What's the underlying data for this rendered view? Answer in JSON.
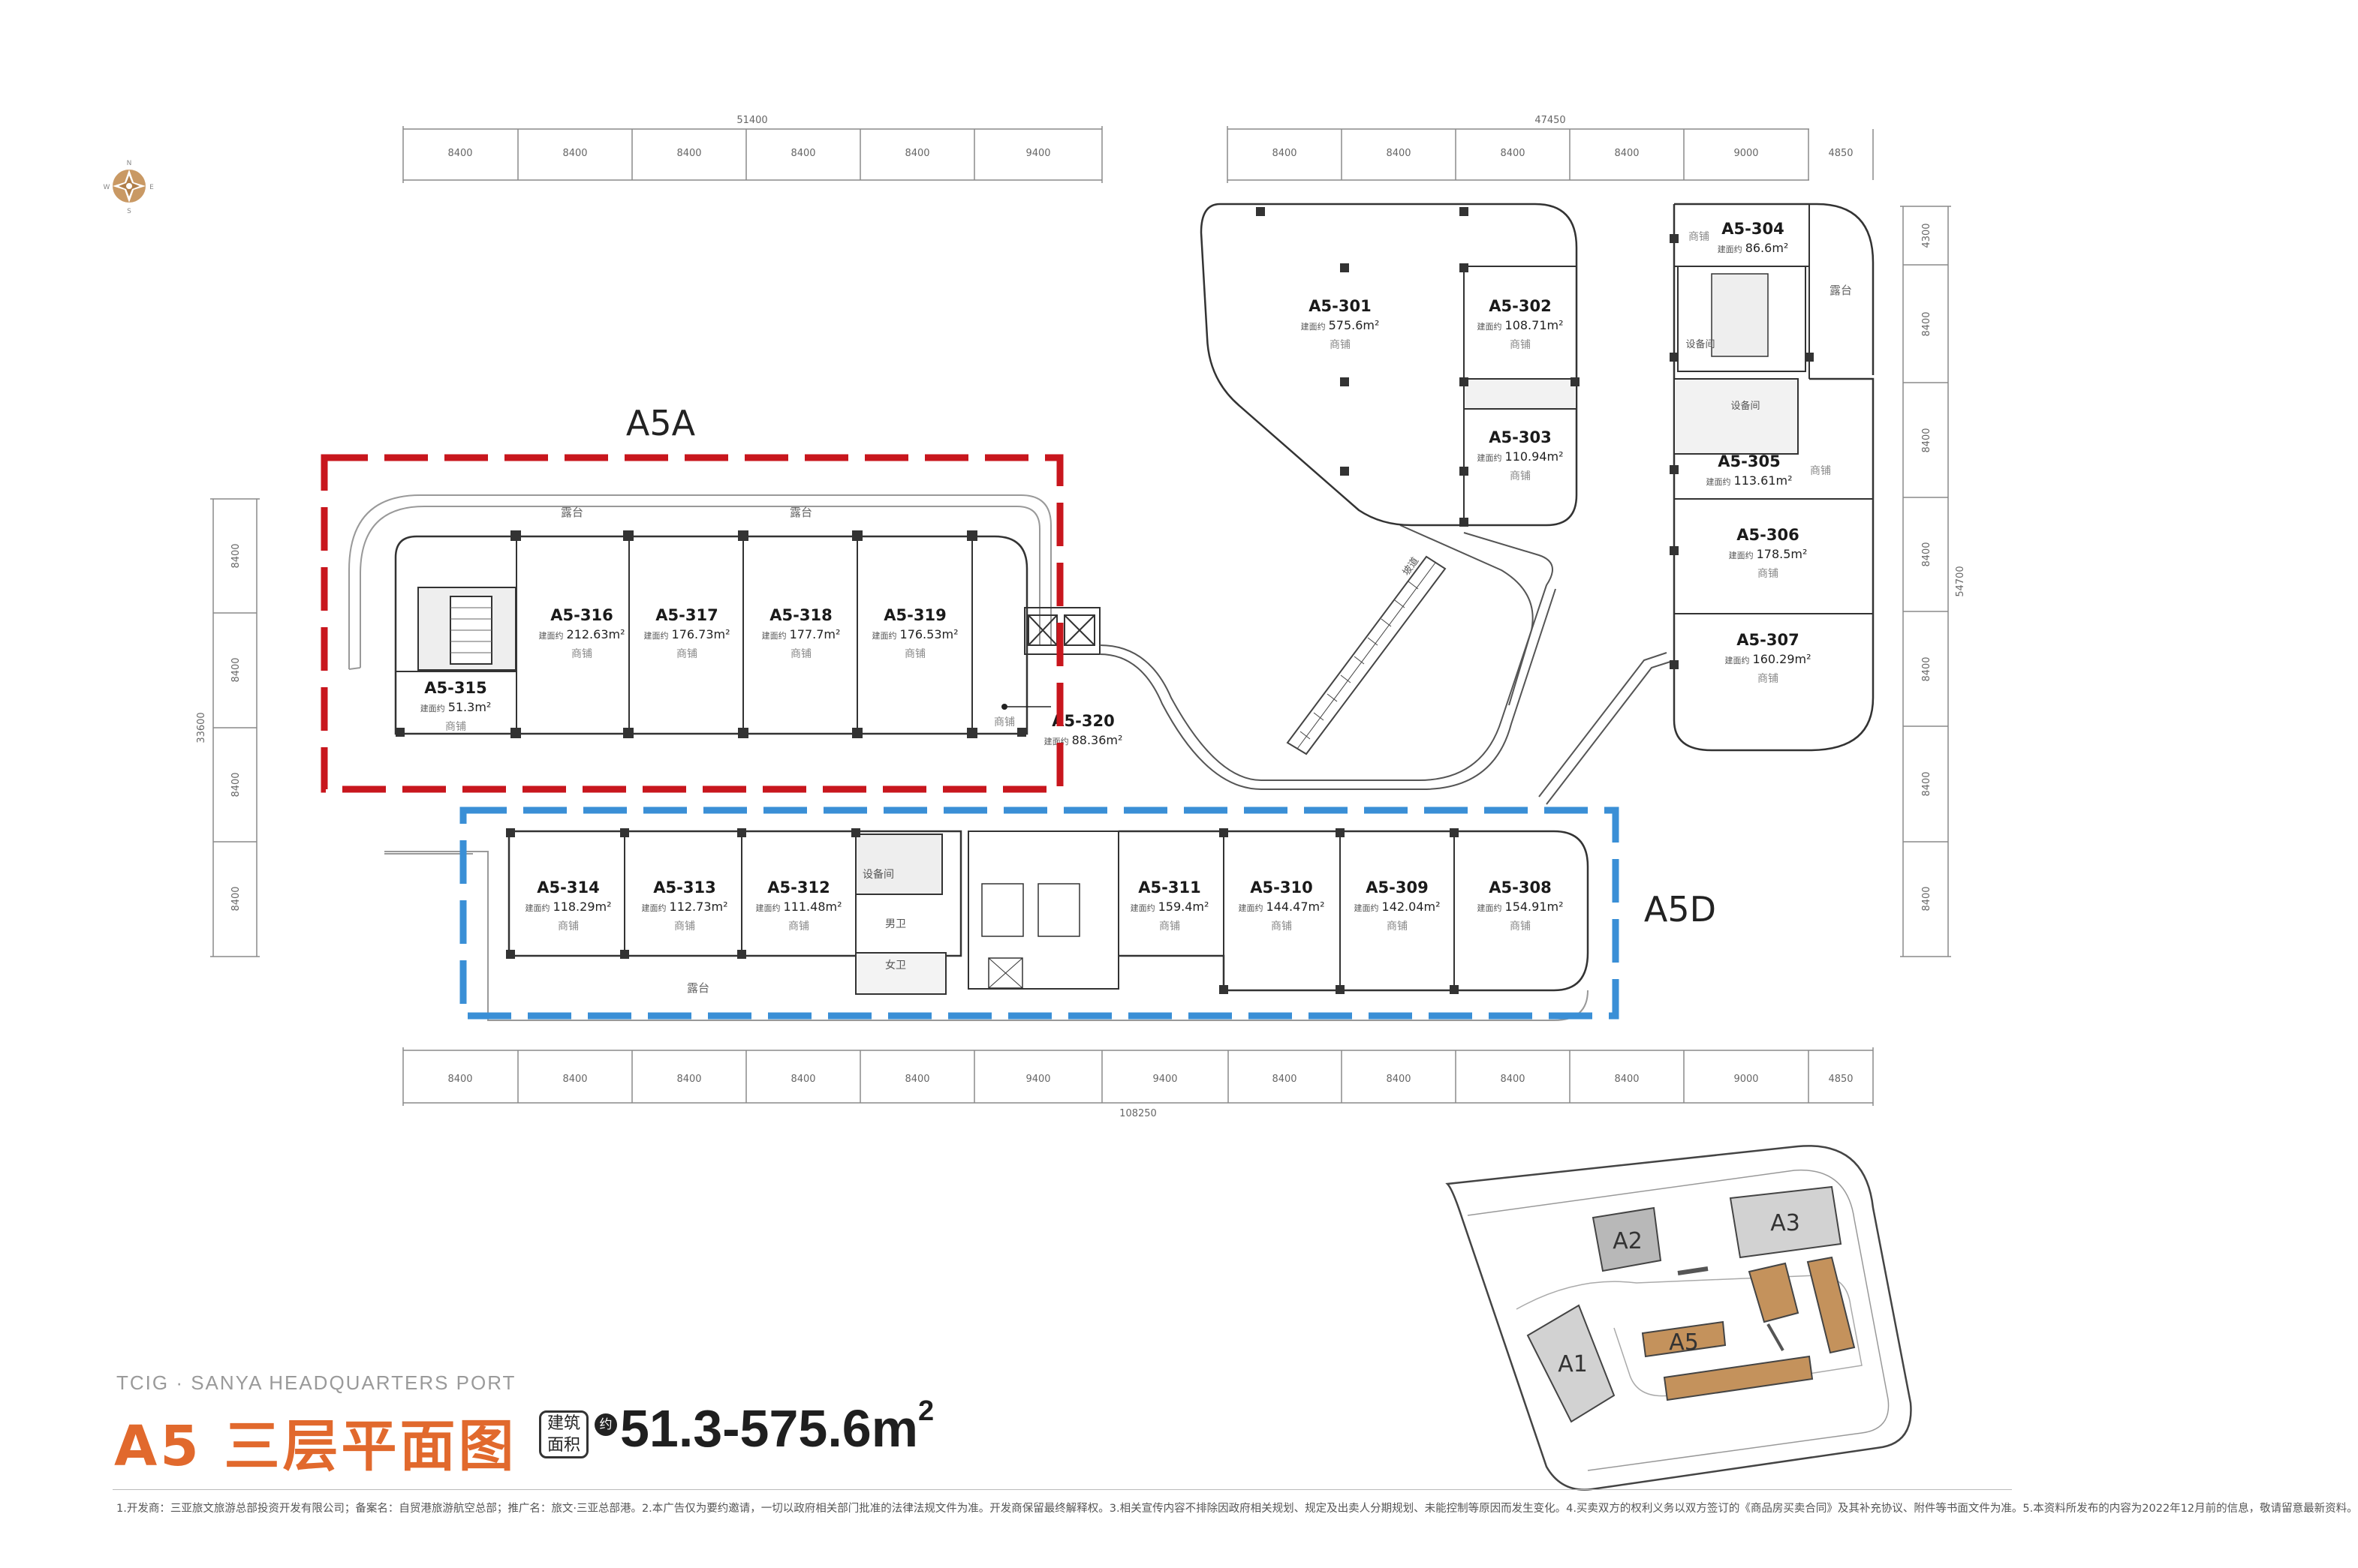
{
  "zones": {
    "a5a": "A5A",
    "a5d": "A5D"
  },
  "dims": {
    "top_left_total": "51400",
    "top_left": [
      "8400",
      "8400",
      "8400",
      "8400",
      "8400",
      "9400"
    ],
    "top_right_total": "47450",
    "top_right": [
      "8400",
      "8400",
      "8400",
      "8400",
      "9000",
      "4850"
    ],
    "bottom_total": "108250",
    "bottom": [
      "8400",
      "8400",
      "8400",
      "8400",
      "8400",
      "9400",
      "9400",
      "8400",
      "8400",
      "8400",
      "8400",
      "9000",
      "4850"
    ],
    "left_total": "33600",
    "left": [
      "8400",
      "8400",
      "8400",
      "8400"
    ],
    "right_total": "54700",
    "right": [
      "4300",
      "8400",
      "8400",
      "8400",
      "8400",
      "8400",
      "8400"
    ]
  },
  "labels": {
    "unit_use": "商铺",
    "area_prefix": "建面约",
    "terrace": "露台",
    "equipment": "设备间",
    "male_wc": "男卫",
    "female_wc": "女卫",
    "ramp": "坡道"
  },
  "units": [
    {
      "id": "A5-301",
      "area": "575.6m²"
    },
    {
      "id": "A5-302",
      "area": "108.71m²"
    },
    {
      "id": "A5-303",
      "area": "110.94m²"
    },
    {
      "id": "A5-304",
      "area": "86.6m²"
    },
    {
      "id": "A5-305",
      "area": "113.61m²"
    },
    {
      "id": "A5-306",
      "area": "178.5m²"
    },
    {
      "id": "A5-307",
      "area": "160.29m²"
    },
    {
      "id": "A5-308",
      "area": "154.91m²"
    },
    {
      "id": "A5-309",
      "area": "142.04m²"
    },
    {
      "id": "A5-310",
      "area": "144.47m²"
    },
    {
      "id": "A5-311",
      "area": "159.4m²"
    },
    {
      "id": "A5-312",
      "area": "111.48m²"
    },
    {
      "id": "A5-313",
      "area": "112.73m²"
    },
    {
      "id": "A5-314",
      "area": "118.29m²"
    },
    {
      "id": "A5-315",
      "area": "51.3m²"
    },
    {
      "id": "A5-316",
      "area": "212.63m²"
    },
    {
      "id": "A5-317",
      "area": "176.73m²"
    },
    {
      "id": "A5-318",
      "area": "177.7m²"
    },
    {
      "id": "A5-319",
      "area": "176.53m²"
    },
    {
      "id": "A5-320",
      "area": "88.36m²"
    }
  ],
  "compass": {
    "n": "N",
    "s": "S",
    "e": "E",
    "w": "W"
  },
  "keymap": {
    "a1": "A1",
    "a2": "A2",
    "a3": "A3",
    "a5": "A5"
  },
  "colors": {
    "a5a_zone": "#c8161d",
    "a5d_zone": "#3a8fd6",
    "title": "#e1692d",
    "highlight": "#c4925c",
    "building_grey": "#b8b8b8",
    "compass": "#b07e49"
  },
  "brand": "TCIG · SANYA HEADQUARTERS PORT",
  "title": "A5 三层平面图",
  "area_badge": {
    "line1": "建筑",
    "line2": "面积",
    "approx": "约",
    "range": "51.3-575.6m",
    "exp": "2"
  },
  "disclaimer": "1.开发商：三亚旅文旅游总部投资开发有限公司；备案名：自贸港旅游航空总部；推广名：旅文·三亚总部港。2.本广告仅为要约邀请，一切以政府相关部门批准的法律法规文件为准。开发商保留最终解释权。3.相关宣传内容不排除因政府相关规划、规定及出卖人分期规划、未能控制等原因而发生变化。4.买卖双方的权利义务以双方签订的《商品房买卖合同》及其补充协议、附件等书面文件为准。5.本资料所发布的内容为2022年12月前的信息，敬请留意最新资料。"
}
